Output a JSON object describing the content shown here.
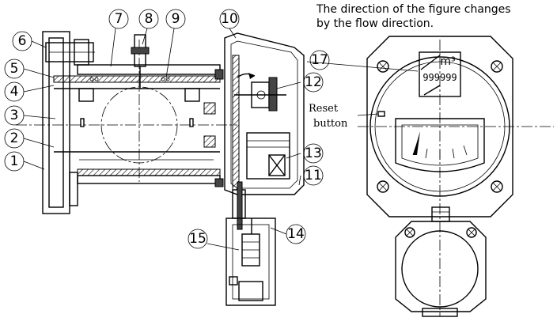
{
  "callouts": [
    "1",
    "2",
    "3",
    "4",
    "5",
    "6",
    "7",
    "8",
    "9",
    "10",
    "11",
    "12",
    "13",
    "14",
    "15",
    "17"
  ],
  "note": {
    "line1": "The direction of the figure changes",
    "line2": "by the flow direction."
  },
  "reset": {
    "line1": "Reset",
    "line2": "button"
  },
  "counter": {
    "unit": "m³",
    "digits": "999999"
  }
}
